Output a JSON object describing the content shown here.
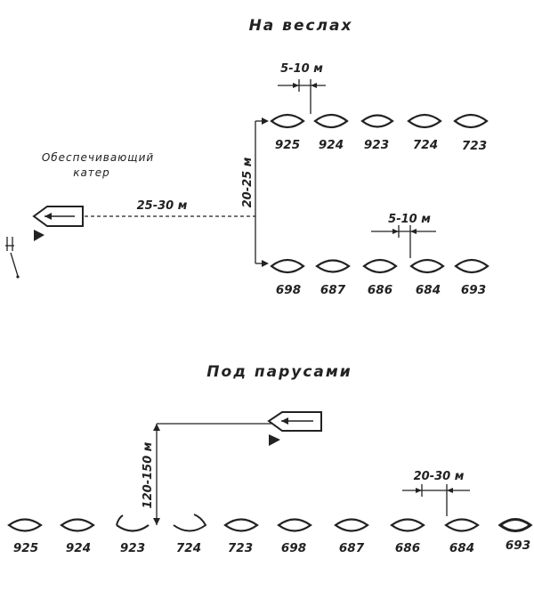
{
  "rowing": {
    "title": "На веслах",
    "escort_label_line1": "Обеспечивающий",
    "escort_label_line2": "катер",
    "distance_to_columns": "25-30 м",
    "distance_between_columns": "20-25 м",
    "top_row_spacing": "5-10 м",
    "bottom_row_spacing": "5-10 м",
    "top_row_boats": [
      "925",
      "924",
      "923",
      "724",
      "723"
    ],
    "bottom_row_boats": [
      "698",
      "687",
      "686",
      "684",
      "693"
    ]
  },
  "sailing": {
    "title": "Под парусами",
    "distance_to_line": "120-150 м",
    "row_spacing": "20-30 м",
    "boats": [
      "925",
      "924",
      "923",
      "724",
      "723",
      "698",
      "687",
      "686",
      "684",
      "693"
    ]
  }
}
